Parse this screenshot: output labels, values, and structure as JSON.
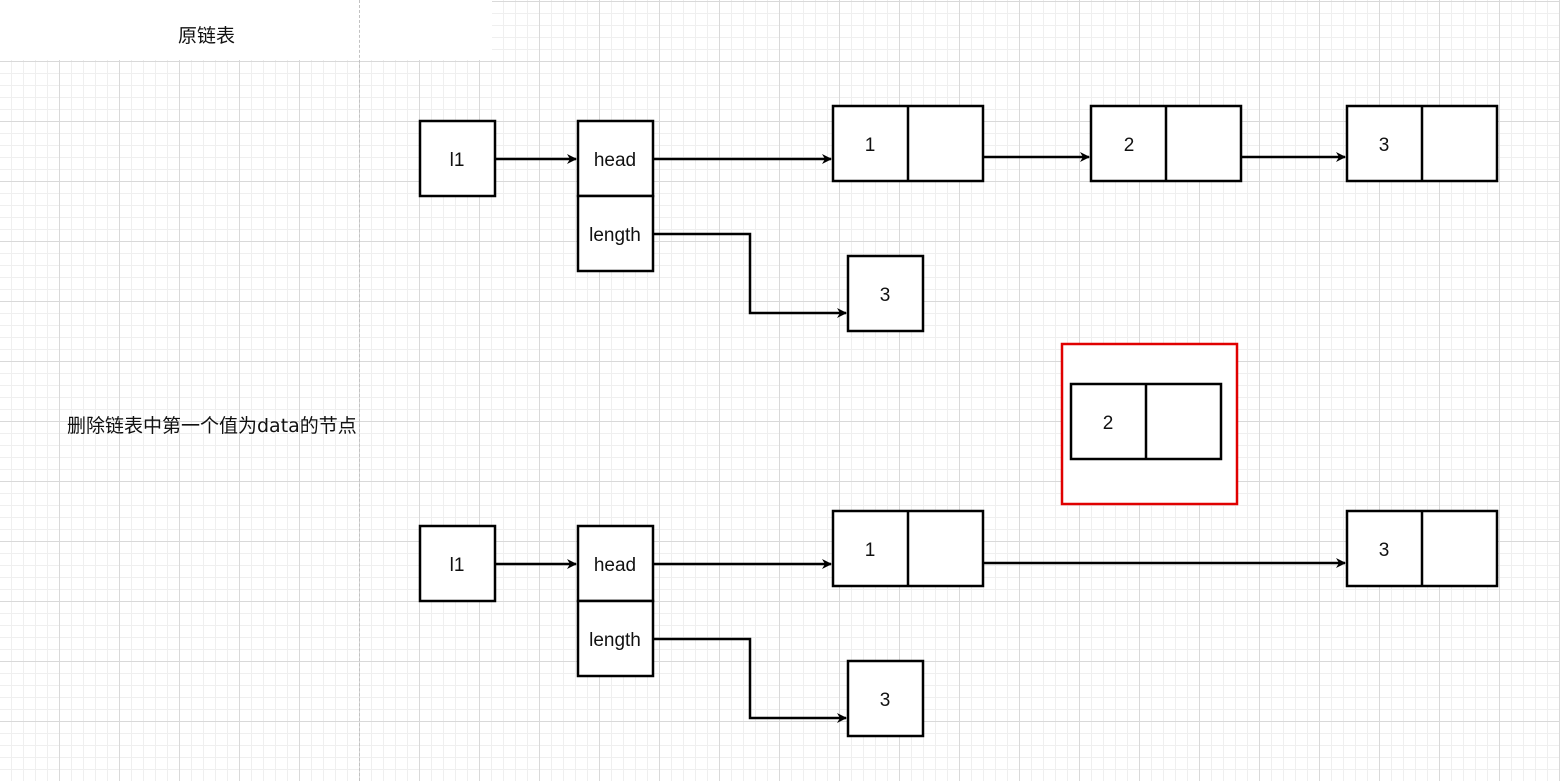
{
  "labels": {
    "original_list": "原链表",
    "delete_caption": "删除链表中第一个值为data的节点"
  },
  "colors": {
    "stroke": "#000000",
    "highlight": "#e00000"
  },
  "before": {
    "var_name": "l1",
    "head_label": "head",
    "length_label": "length",
    "length_value": "3",
    "nodes": [
      "1",
      "2",
      "3"
    ]
  },
  "removed": {
    "node_value": "2"
  },
  "after": {
    "var_name": "l1",
    "head_label": "head",
    "length_label": "length",
    "length_value": "3",
    "nodes": [
      "1",
      "3"
    ]
  }
}
